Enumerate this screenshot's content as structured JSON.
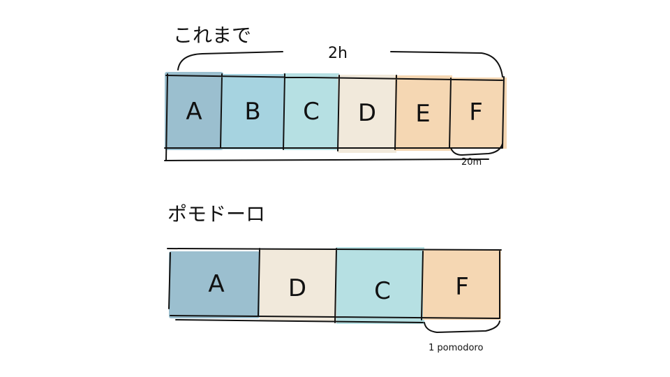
{
  "sections": {
    "before": {
      "title": "これまで",
      "total_label": "2h",
      "segment_label": "20m",
      "blocks": [
        {
          "label": "A",
          "color": "#9bbfcf"
        },
        {
          "label": "B",
          "color": "#a6d3e0"
        },
        {
          "label": "C",
          "color": "#b6e0e3"
        },
        {
          "label": "D",
          "color": "#f1e9db"
        },
        {
          "label": "E",
          "color": "#f5d7b3"
        },
        {
          "label": "F",
          "color": "#f5d7b3"
        }
      ]
    },
    "pomodoro": {
      "title": "ポモドーロ",
      "segment_label": "1 pomodoro",
      "blocks": [
        {
          "label": "A",
          "color": "#9bbfcf"
        },
        {
          "label": "D",
          "color": "#f1e9db"
        },
        {
          "label": "C",
          "color": "#b6e0e3"
        },
        {
          "label": "F",
          "color": "#f5d7b3"
        }
      ]
    }
  },
  "colors": {
    "ink": "#111111"
  }
}
